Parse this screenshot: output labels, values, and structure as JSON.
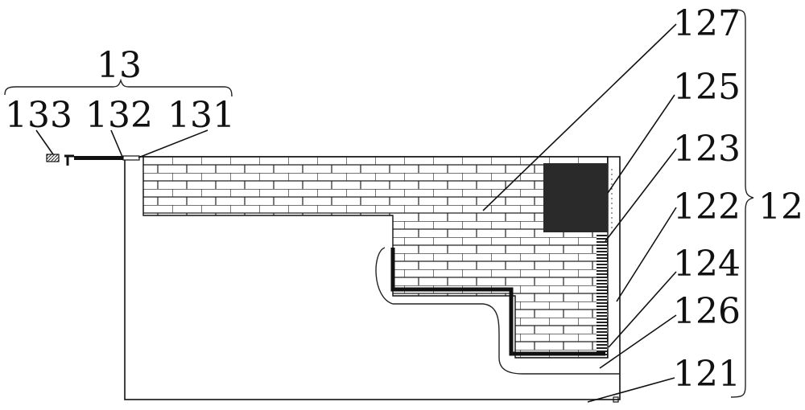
{
  "labels": {
    "l127": "127",
    "l125": "125",
    "l123": "123",
    "l122": "122",
    "l124": "124",
    "l126": "126",
    "l121": "121",
    "l12": "12",
    "l13": "13",
    "l133": "133",
    "l132": "132",
    "l131": "131"
  },
  "colors": {
    "line": "#111111",
    "dark_block": "#2a2a2a",
    "background": "#ffffff"
  }
}
